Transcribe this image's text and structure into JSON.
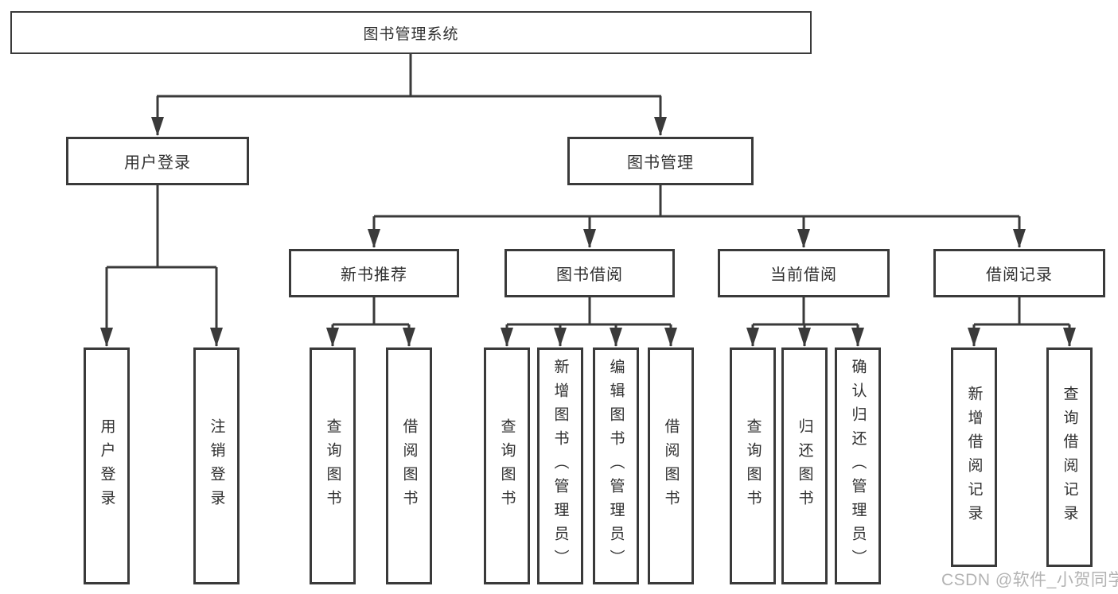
{
  "diagram": {
    "title": "图书管理系统",
    "type": "hierarchy",
    "colors": {
      "line": "#3a3a3a",
      "text": "#2f2f2f",
      "background": "#ffffff",
      "watermark": "#b3b3b3"
    },
    "nodes": {
      "root": {
        "label": "图书管理系统",
        "level": 1,
        "parent": null
      },
      "user_login": {
        "label": "用户登录",
        "level": 2,
        "parent": "root"
      },
      "book_mgmt": {
        "label": "图书管理",
        "level": 2,
        "parent": "root"
      },
      "new_books": {
        "label": "新书推荐",
        "level": 3,
        "parent": "book_mgmt"
      },
      "book_borrow": {
        "label": "图书借阅",
        "level": 3,
        "parent": "book_mgmt"
      },
      "current_borrow": {
        "label": "当前借阅",
        "level": 3,
        "parent": "book_mgmt"
      },
      "borrow_records": {
        "label": "借阅记录",
        "level": 3,
        "parent": "book_mgmt"
      },
      "ul_login": {
        "label": "用户登录",
        "level": 4,
        "parent": "user_login"
      },
      "ul_logout": {
        "label": "注销登录",
        "level": 4,
        "parent": "user_login"
      },
      "nb_query": {
        "label": "查询图书",
        "level": 4,
        "parent": "new_books"
      },
      "nb_borrow": {
        "label": "借阅图书",
        "level": 4,
        "parent": "new_books"
      },
      "bb_query": {
        "label": "查询图书",
        "level": 4,
        "parent": "book_borrow"
      },
      "bb_add": {
        "label": "新增图书（管理员）",
        "level": 4,
        "parent": "book_borrow"
      },
      "bb_edit": {
        "label": "编辑图书（管理员）",
        "level": 4,
        "parent": "book_borrow"
      },
      "bb_borrow": {
        "label": "借阅图书",
        "level": 4,
        "parent": "book_borrow"
      },
      "cb_query": {
        "label": "查询图书",
        "level": 4,
        "parent": "current_borrow"
      },
      "cb_return": {
        "label": "归还图书",
        "level": 4,
        "parent": "current_borrow"
      },
      "cb_confirm": {
        "label": "确认归还（管理员）",
        "level": 4,
        "parent": "current_borrow"
      },
      "br_add": {
        "label": "新增借阅记录",
        "level": 4,
        "parent": "borrow_records"
      },
      "br_query": {
        "label": "查询借阅记录",
        "level": 4,
        "parent": "borrow_records"
      }
    },
    "watermark": "CSDN @软件_小贺同学"
  }
}
